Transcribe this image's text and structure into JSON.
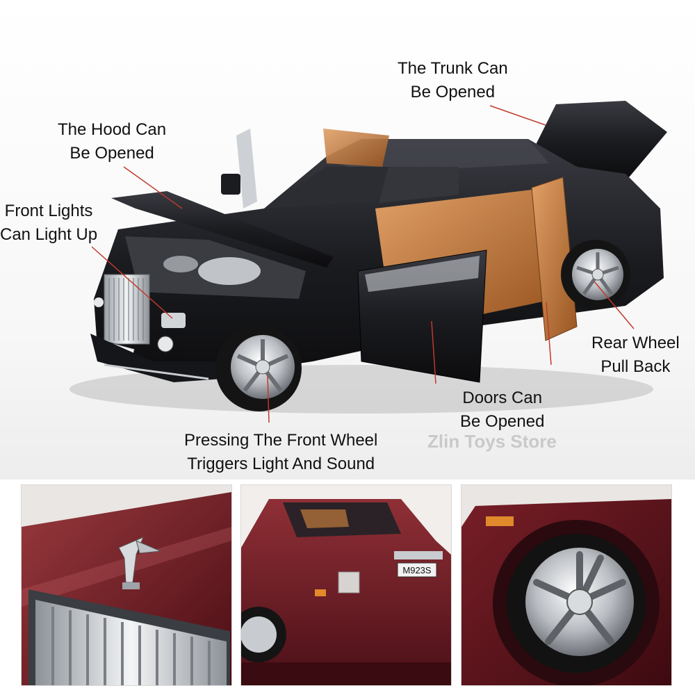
{
  "labels": {
    "trunk": [
      "The Trunk Can",
      "Be Opened"
    ],
    "hood": [
      "The Hood Can",
      "Be Opened"
    ],
    "front_lights": [
      "Front Lights",
      "Can Light Up"
    ],
    "rear_wheel": [
      "Rear Wheel",
      "Pull Back"
    ],
    "doors": [
      "Doors Can",
      "Be Opened"
    ],
    "front_wheel": [
      "Pressing The Front Wheel",
      "Triggers Light And Sound"
    ]
  },
  "watermark": "Zlin Toys Store",
  "plate": "M923S",
  "colors": {
    "car_body_black": "#1b1c20",
    "interior_tan": "#c27a3c",
    "detail_burgundy": "#6e1a22",
    "chrome": "#c8ccd0",
    "annotation_line": "#c0392b"
  }
}
